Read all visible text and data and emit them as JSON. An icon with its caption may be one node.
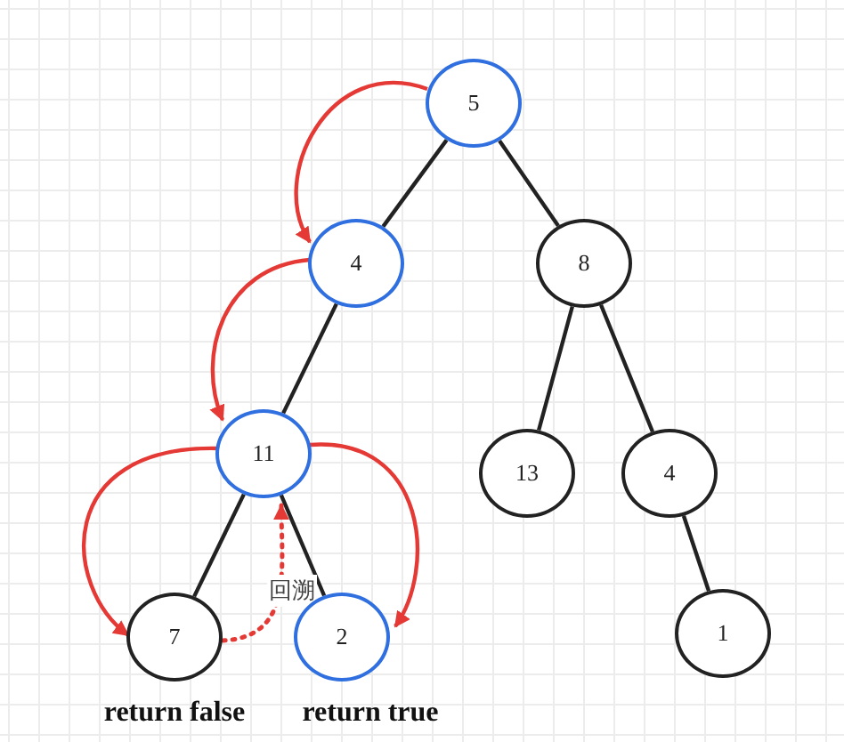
{
  "diagram": {
    "nodes": [
      {
        "text": [
          "5"
        ]
      },
      {
        "text": [
          "4"
        ]
      },
      {
        "text": [
          "8"
        ]
      },
      {
        "text": [
          "11"
        ]
      },
      {
        "text": [
          "13"
        ]
      },
      {
        "text": [
          "4"
        ]
      },
      {
        "text": [
          "7"
        ],
        "beside": [
          "return false"
        ]
      },
      {
        "text": [
          "2"
        ],
        "beside": [
          "return true"
        ]
      },
      {
        "text": [
          "1"
        ]
      }
    ],
    "edges": [
      {
        "from": 0,
        "to": 1,
        "arrow": "none"
      },
      {
        "from": 0,
        "to": 2,
        "arrow": "none"
      },
      {
        "from": 1,
        "to": 3,
        "arrow": "none"
      },
      {
        "from": 2,
        "to": 4,
        "arrow": "none"
      },
      {
        "from": 2,
        "to": 5,
        "arrow": "none"
      },
      {
        "from": 3,
        "to": 6,
        "arrow": "none"
      },
      {
        "from": 3,
        "to": 7,
        "arrow": "none"
      },
      {
        "from": 5,
        "to": 8,
        "arrow": "none"
      },
      {
        "from": 0,
        "to": 1,
        "arrow": "to",
        "color": "#e53935"
      },
      {
        "from": 1,
        "to": 3,
        "arrow": "to",
        "color": "#e53935"
      },
      {
        "from": 3,
        "to": 6,
        "arrow": "to",
        "color": "#e53935"
      },
      {
        "from": 3,
        "to": 7,
        "arrow": "to",
        "color": "#e53935"
      },
      {
        "from": 6,
        "to": 3,
        "arrow": "to",
        "label": "回溯",
        "style": "dashed",
        "color": "#e53935"
      }
    ]
  }
}
